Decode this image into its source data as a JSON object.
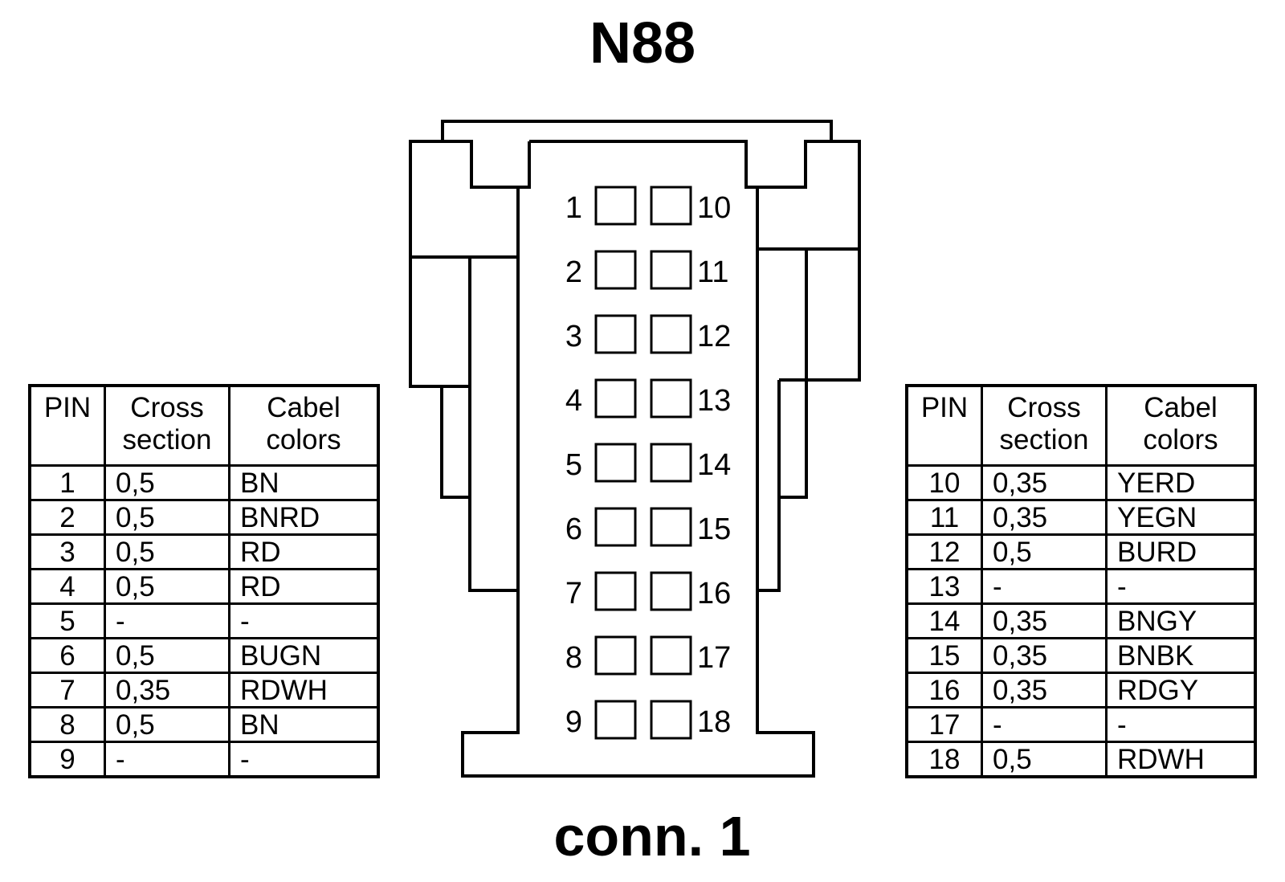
{
  "title": "N88",
  "connector_label": "conn. 1",
  "connector": {
    "left_pins": [
      "1",
      "2",
      "3",
      "4",
      "5",
      "6",
      "7",
      "8",
      "9"
    ],
    "right_pins": [
      "10",
      "11",
      "12",
      "13",
      "14",
      "15",
      "16",
      "17",
      "18"
    ]
  },
  "tables": {
    "headers": {
      "pin": "PIN",
      "cross_line1": "Cross",
      "cross_line2": "section",
      "colors_line1": "Cabel",
      "colors_line2": "colors"
    },
    "left": [
      {
        "pin": "1",
        "cross": "0,5",
        "color": "BN"
      },
      {
        "pin": "2",
        "cross": "0,5",
        "color": "BNRD"
      },
      {
        "pin": "3",
        "cross": "0,5",
        "color": "RD"
      },
      {
        "pin": "4",
        "cross": "0,5",
        "color": "RD"
      },
      {
        "pin": "5",
        "cross": "-",
        "color": "-"
      },
      {
        "pin": "6",
        "cross": "0,5",
        "color": "BUGN"
      },
      {
        "pin": "7",
        "cross": "0,35",
        "color": "RDWH"
      },
      {
        "pin": "8",
        "cross": "0,5",
        "color": "BN"
      },
      {
        "pin": "9",
        "cross": "-",
        "color": "-"
      }
    ],
    "right": [
      {
        "pin": "10",
        "cross": "0,35",
        "color": "YERD"
      },
      {
        "pin": "11",
        "cross": "0,35",
        "color": "YEGN"
      },
      {
        "pin": "12",
        "cross": "0,5",
        "color": "BURD"
      },
      {
        "pin": "13",
        "cross": "-",
        "color": "-"
      },
      {
        "pin": "14",
        "cross": "0,35",
        "color": "BNGY"
      },
      {
        "pin": "15",
        "cross": "0,35",
        "color": "BNBK"
      },
      {
        "pin": "16",
        "cross": "0,35",
        "color": "RDGY"
      },
      {
        "pin": "17",
        "cross": "-",
        "color": "-"
      },
      {
        "pin": "18",
        "cross": "0,5",
        "color": "RDWH"
      }
    ]
  }
}
